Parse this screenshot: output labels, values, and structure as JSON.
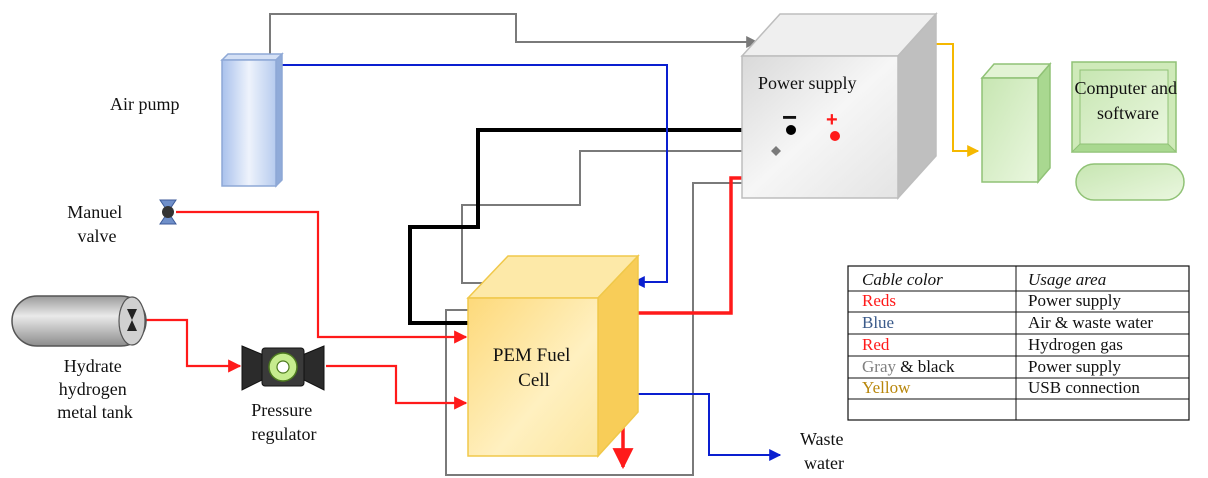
{
  "colors": {
    "red": "#ff1a1a",
    "blue": "#0a1fd0",
    "gray": "#7a7a7a",
    "black": "#000000",
    "yellow": "#f5b800",
    "legend_blue": "#3a5a8a",
    "legend_gray": "#808080",
    "legend_yellow": "#b8860b"
  },
  "components": {
    "air_pump": "Air pump",
    "manual_valve": [
      "Manuel",
      "valve"
    ],
    "tank": [
      "Hydrate",
      "hydrogen",
      "metal tank"
    ],
    "regulator": [
      "Pressure",
      "regulator"
    ],
    "fuel_cell": [
      "PEM Fuel",
      "Cell"
    ],
    "power_supply": "Power supply",
    "computer": [
      "Computer and",
      "software"
    ],
    "waste_water": [
      "Waste",
      "water"
    ],
    "minus_sign": "−",
    "plus_sign": "+"
  },
  "legend": {
    "headers": [
      "Cable color",
      "Usage area"
    ],
    "rows": [
      {
        "color_parts": [
          {
            "text": "Reds",
            "color": "#ff1a1a"
          }
        ],
        "usage": "Power supply"
      },
      {
        "color_parts": [
          {
            "text": "Blue",
            "color": "#3a5a8a"
          }
        ],
        "usage": "Air & waste water"
      },
      {
        "color_parts": [
          {
            "text": "Red",
            "color": "#ff1a1a"
          }
        ],
        "usage": "Hydrogen gas"
      },
      {
        "color_parts": [
          {
            "text": "Gray",
            "color": "#808080"
          },
          {
            "text": " & black",
            "color": "#111111"
          }
        ],
        "usage": "Power supply"
      },
      {
        "color_parts": [
          {
            "text": "Yellow",
            "color": "#b8860b"
          }
        ],
        "usage": "USB connection"
      }
    ]
  }
}
